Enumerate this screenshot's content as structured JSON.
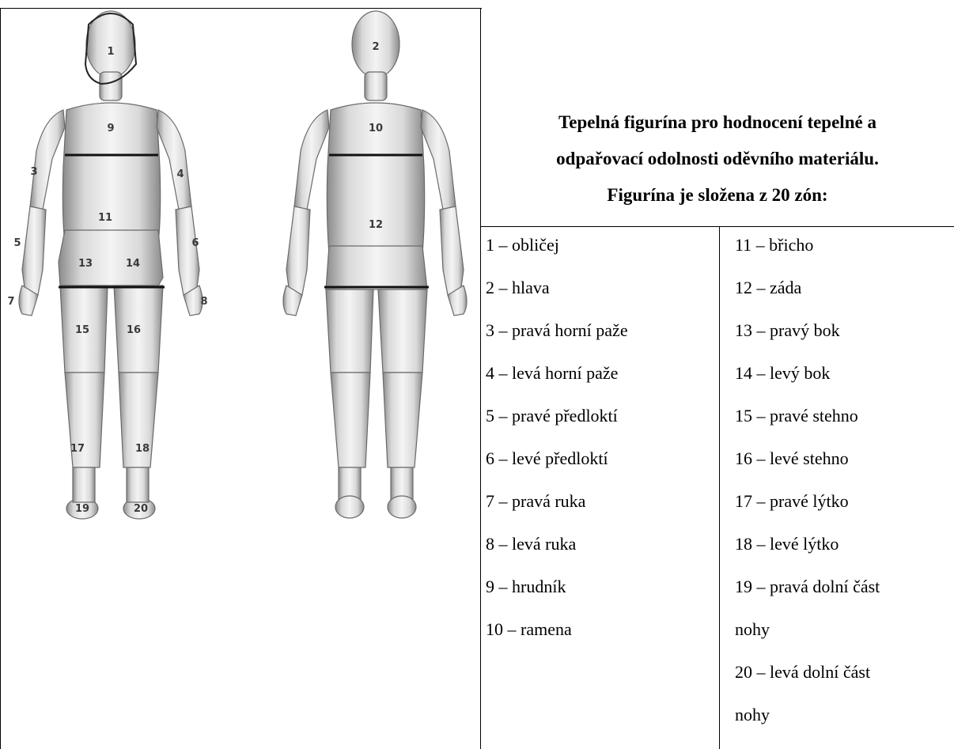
{
  "caption": {
    "line1": "Tepelná figurína pro hodnocení tepelné a",
    "line2": "odpařovací odolnosti oděvního materiálu.",
    "line3": "Figurína je složena z 20 zón:"
  },
  "zones_left": [
    "1 – obličej",
    "2 – hlava",
    "3 – pravá horní paže",
    "4 – levá horní paže",
    "5 – pravé předloktí",
    "6 – levé předloktí",
    "7 – pravá ruka",
    "8 – levá ruka",
    "9 – hrudník",
    "10 – ramena"
  ],
  "zones_right": [
    "11 – břicho",
    "12 – záda",
    "13 – pravý bok",
    "14 – levý bok",
    "15 – pravé stehno",
    "16 – levé stehno",
    "17 – pravé lýtko",
    "18 – levé lýtko",
    "19 – pravá dolní část",
    "nohy",
    "20 – levá dolní část",
    "nohy"
  ],
  "front_labels": [
    "1",
    "9",
    "3",
    "4",
    "11",
    "5",
    "6",
    "13",
    "14",
    "7",
    "8",
    "15",
    "16",
    "17",
    "18",
    "19",
    "20"
  ],
  "back_labels": [
    "2",
    "10",
    "12"
  ]
}
